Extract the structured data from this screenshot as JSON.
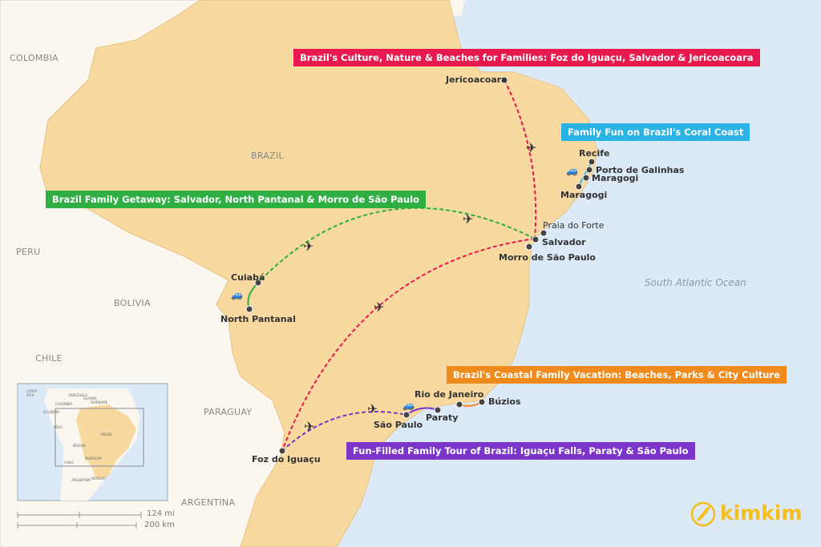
{
  "countries": [
    "COLOMBIA",
    "BRAZIL",
    "PERU",
    "BOLIVIA",
    "CHILE",
    "PARAGUAY",
    "ARGENTINA"
  ],
  "ocean": "South Atlantic Ocean",
  "routes": [
    {
      "title": "Brazil's Culture, Nature & Beaches for Families: Foz do Iguaçu, Salvador & Jericoacoara",
      "color": "#e8194f"
    },
    {
      "title": "Family Fun on Brazil's Coral Coast",
      "color": "#2bb3e6"
    },
    {
      "title": "Brazil Family Getaway: Salvador, North Pantanal & Morro de São Paulo",
      "color": "#2fae44"
    },
    {
      "title": "Brazil's Coastal Family Vacation: Beaches, Parks & City Culture",
      "color": "#f18a1c"
    },
    {
      "title": "Fun-Filled Family Tour of Brazil: Iguaçu Falls, Paraty & São Paulo",
      "color": "#7b35c8"
    }
  ],
  "places": [
    "Jericoacoara",
    "Recife",
    "Porto de Galinhas",
    "Maragogi",
    "Maragogi",
    "Praia do Forte",
    "Salvador",
    "Morro de São Paulo",
    "Cuiabá",
    "North Pantanal",
    "Rio de Janeiro",
    "Búzios",
    "Paraty",
    "São Paulo",
    "Foz do Iguaçu"
  ],
  "inset": {
    "labels": [
      "COSTA RICA",
      "VENEZUELA",
      "GUYANA",
      "SURINAME",
      "COLOMBIA",
      "ECUADOR",
      "PERU",
      "BRAZIL",
      "BOLIVIA",
      "CHILE",
      "PARAGUAY",
      "ARGENTINA",
      "URUGUAY"
    ]
  },
  "scale": {
    "miles": "124 mi",
    "km": "200 km"
  },
  "brand": "kimkim"
}
